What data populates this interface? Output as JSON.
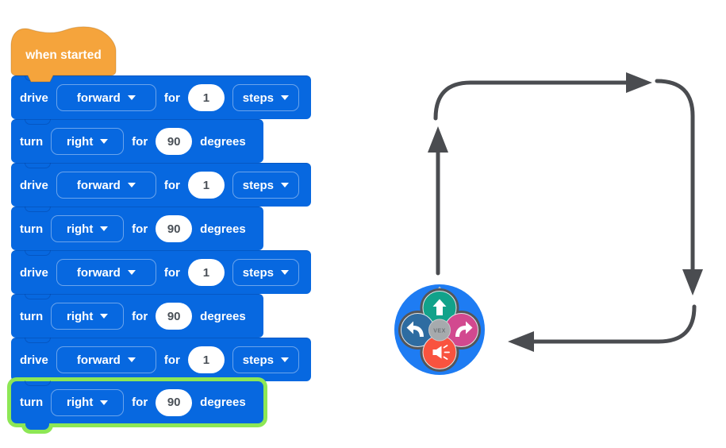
{
  "scene": {
    "background": "#FFFFFF"
  },
  "program": {
    "hat": {
      "label": "when started",
      "color": "#F5A43C"
    },
    "palette": {
      "block_blue": "#0768E0",
      "seam_blue": "#033E96",
      "highlight_green": "#8DE755",
      "value_text": "#4A5057"
    },
    "blocks": [
      {
        "verb": "drive",
        "direction": "forward",
        "for_label": "for",
        "value": "1",
        "unit": "steps",
        "unit_dropdown": true,
        "highlighted": false
      },
      {
        "verb": "turn",
        "direction": "right",
        "for_label": "for",
        "value": "90",
        "unit": "degrees",
        "unit_dropdown": false,
        "highlighted": false
      },
      {
        "verb": "drive",
        "direction": "forward",
        "for_label": "for",
        "value": "1",
        "unit": "steps",
        "unit_dropdown": true,
        "highlighted": false
      },
      {
        "verb": "turn",
        "direction": "right",
        "for_label": "for",
        "value": "90",
        "unit": "degrees",
        "unit_dropdown": false,
        "highlighted": false
      },
      {
        "verb": "drive",
        "direction": "forward",
        "for_label": "for",
        "value": "1",
        "unit": "steps",
        "unit_dropdown": true,
        "highlighted": false
      },
      {
        "verb": "turn",
        "direction": "right",
        "for_label": "for",
        "value": "90",
        "unit": "degrees",
        "unit_dropdown": false,
        "highlighted": false
      },
      {
        "verb": "drive",
        "direction": "forward",
        "for_label": "for",
        "value": "1",
        "unit": "steps",
        "unit_dropdown": true,
        "highlighted": false
      },
      {
        "verb": "turn",
        "direction": "right",
        "for_label": "for",
        "value": "90",
        "unit": "degrees",
        "unit_dropdown": false,
        "highlighted": true
      }
    ]
  },
  "diagram": {
    "path": {
      "color": "#4A4C50",
      "shape": "square",
      "arrows": [
        "up",
        "right",
        "down",
        "left"
      ]
    },
    "robot": {
      "center_label": "VEX",
      "body_blue": "#1E7CF3",
      "pad_gray": "#54565A",
      "hub_gray": "#A6AAAD",
      "buttons": {
        "forward_teal": "#12A28A",
        "turn_left_blue": "#2E6CA1",
        "turn_right_pink": "#D2498F",
        "sound_red": "#F9533F"
      }
    }
  }
}
